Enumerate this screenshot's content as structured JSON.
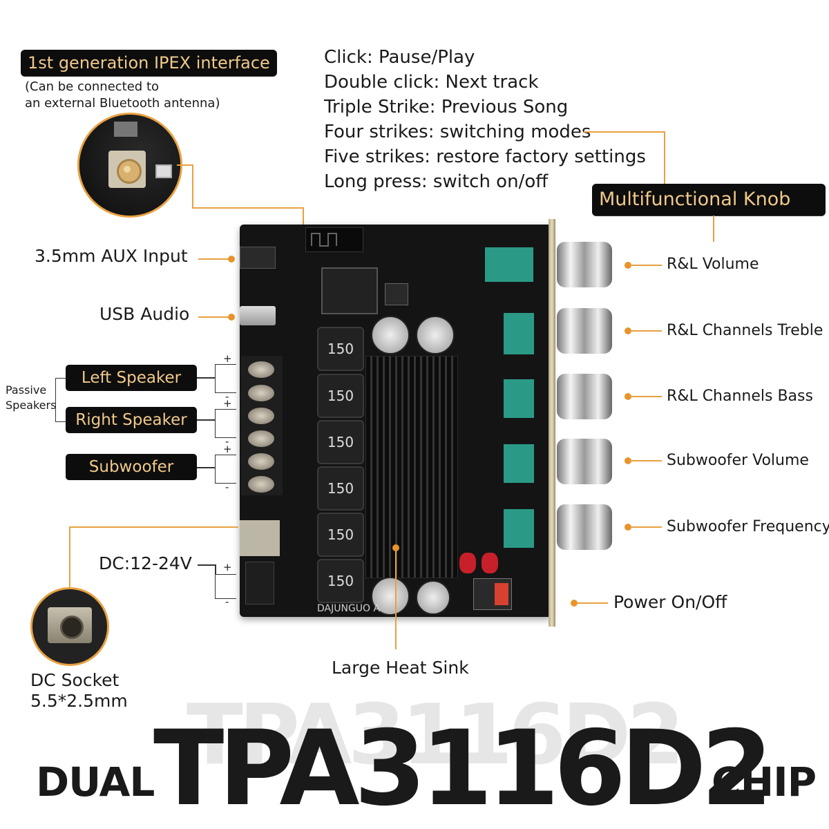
{
  "ipex": {
    "title": "1st generation IPEX interface",
    "note_line1": "(Can be connected to",
    "note_line2": "an external Bluetooth antenna)"
  },
  "controls": {
    "lines": [
      "Click: Pause/Play",
      "Double click: Next track",
      "Triple Strike: Previous Song",
      "Four strikes: switching modes",
      "Five strikes: restore factory settings",
      "Long press: switch on/off"
    ]
  },
  "multifunctional_knob": "Multifunctional Knob",
  "left_inputs": {
    "aux": "3.5mm AUX Input",
    "usb": "USB Audio"
  },
  "speakers": {
    "group": "Passive\nSpeakers",
    "group_line1": "Passive",
    "group_line2": "Speakers",
    "left": "Left Speaker",
    "right": "Right Speaker",
    "sub": "Subwoofer",
    "plus": "+",
    "minus": "-"
  },
  "knobs": [
    "R&L Volume",
    "R&L Channels Treble",
    "R&L Channels Bass",
    "Subwoofer Volume",
    "Subwoofer Frequency"
  ],
  "power": {
    "dc": "DC:12-24V",
    "socket_line1": "DC Socket",
    "socket_line2": "5.5*2.5mm",
    "switch": "Power On/Off"
  },
  "board": {
    "inductor_mark": "150",
    "silkscreen": "DAJUNGUO A"
  },
  "heat_sink": "Large Heat Sink",
  "title": {
    "prefix": "DUAL",
    "chip": "TPA3116D2",
    "suffix": "CHIP",
    "ghost": "TPA3116D2"
  },
  "colors": {
    "label_bg": "#0d0d0d",
    "label_text": "#f0c98a",
    "accent_line": "#e8a040",
    "board": "#141414",
    "pot": "#2a9a86"
  }
}
